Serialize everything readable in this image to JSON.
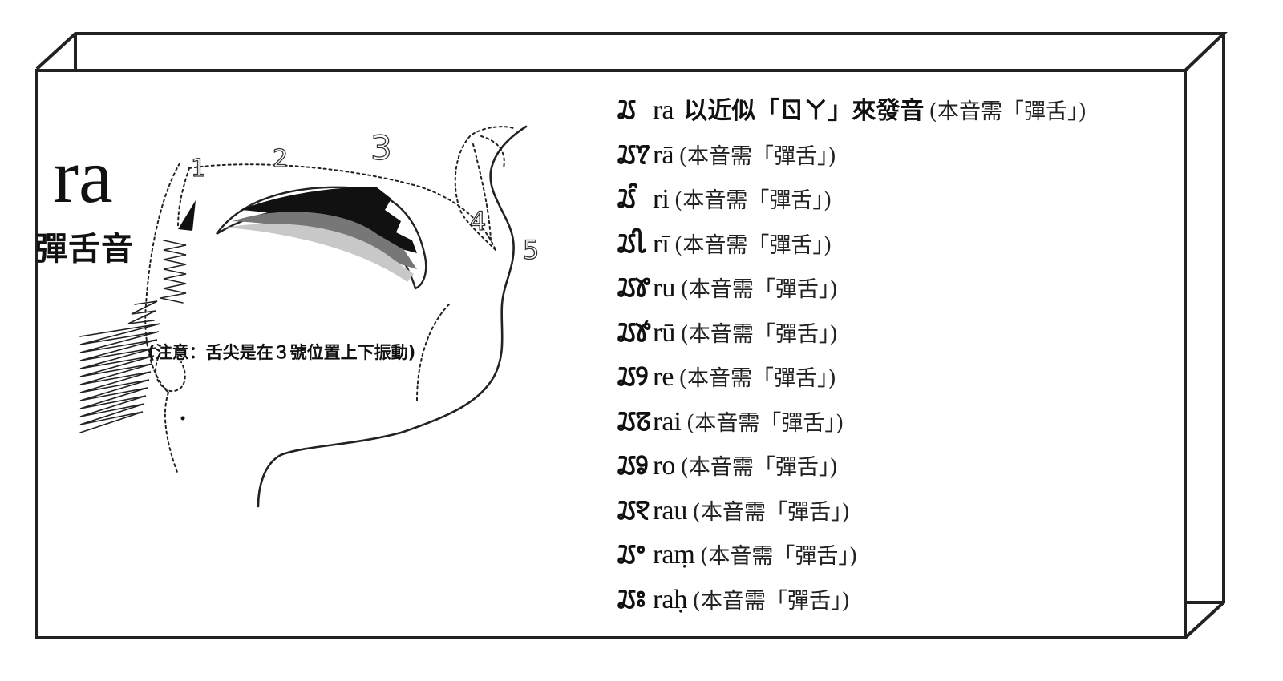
{
  "big_syllable": "ra",
  "sound_type": "彈舌音",
  "note": "(注意：舌尖是在３號位置上下振動)",
  "position_numbers": [
    "1",
    "2",
    "3",
    "4",
    "5"
  ],
  "header_row": {
    "glyph": "ꢬ",
    "roman": "ra",
    "description": "以近似「ㄖㄚ」來發音",
    "note": "(本音需「彈舌」)"
  },
  "rows": [
    {
      "glyph": "ꢬꢵ",
      "roman": "rā",
      "note": "(本音需「彈舌」)"
    },
    {
      "glyph": "ꢬꢶ",
      "roman": "ri",
      "note": "(本音需「彈舌」)"
    },
    {
      "glyph": "ꢬꢷ",
      "roman": "rī",
      "note": "(本音需「彈舌」)"
    },
    {
      "glyph": "ꢬꢸ",
      "roman": "ru",
      "note": "(本音需「彈舌」)"
    },
    {
      "glyph": "ꢬꢹ",
      "roman": "rū",
      "note": "(本音需「彈舌」)"
    },
    {
      "glyph": "ꢬꢾ",
      "roman": "re",
      "note": "(本音需「彈舌」)"
    },
    {
      "glyph": "ꢬꢿ",
      "roman": "rai",
      "note": "(本音需「彈舌」)"
    },
    {
      "glyph": "ꢬꣀ",
      "roman": "ro",
      "note": "(本音需「彈舌」)"
    },
    {
      "glyph": "ꢬꣁ",
      "roman": "rau",
      "note": "(本音需「彈舌」)"
    },
    {
      "glyph": "ꢬꢀ",
      "roman": "raṃ",
      "note": "(本音需「彈舌」)"
    },
    {
      "glyph": "ꢬꢁ",
      "roman": "raḥ",
      "note": "(本音需「彈舌」)"
    }
  ]
}
